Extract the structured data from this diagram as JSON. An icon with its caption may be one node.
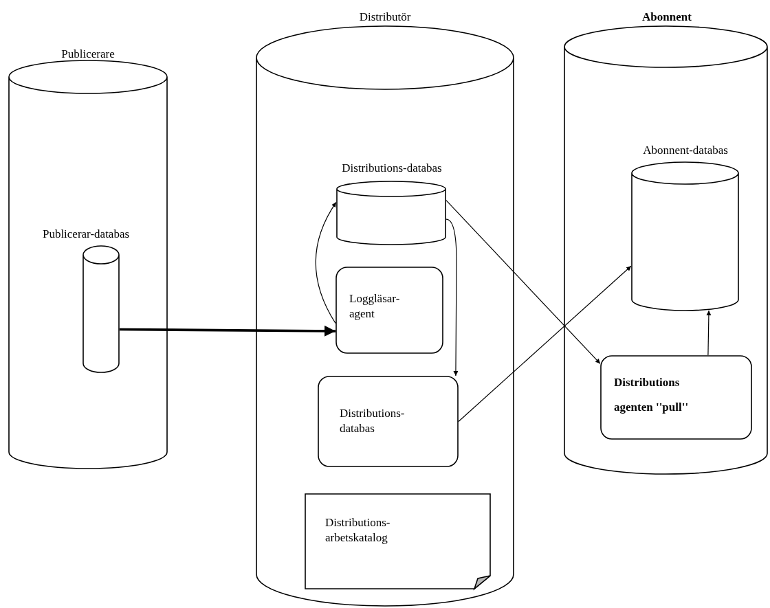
{
  "diagram": {
    "nodes": [
      {
        "text": [
          "Publicerare"
        ]
      },
      {
        "text": [
          "Publicerar-databas"
        ],
        "in": 0
      },
      {
        "text": [
          "Distributör"
        ]
      },
      {
        "text": [
          "Distributions-databas"
        ],
        "in": 2
      },
      {
        "text": [
          "Loggläsar-agent"
        ],
        "in": 2
      },
      {
        "text": [
          "Distributions-databas"
        ],
        "in": 2
      },
      {
        "text": [
          "Distributions-arbetskatalog"
        ],
        "in": 2
      },
      {
        "text": [
          "Abonnent"
        ]
      },
      {
        "text": [
          "Abonnent-databas"
        ],
        "in": 7
      },
      {
        "text": [
          "Distributions agenten ''pull''"
        ],
        "in": 7
      }
    ],
    "edges": [
      {
        "from": 1,
        "to": 4,
        "arrow": "to",
        "style": "thick"
      },
      {
        "from": 4,
        "to": 3,
        "arrow": "to"
      },
      {
        "from": 3,
        "to": 5,
        "arrow": "to"
      },
      {
        "from": 3,
        "to": 9,
        "arrow": "to"
      },
      {
        "from": 5,
        "to": 8,
        "arrow": "to"
      },
      {
        "from": 9,
        "to": 8,
        "arrow": "to"
      }
    ]
  }
}
